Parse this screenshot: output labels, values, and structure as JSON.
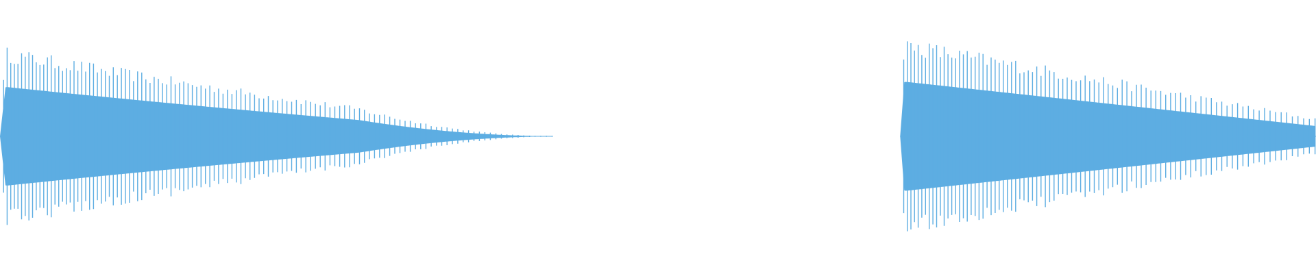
{
  "waveform": {
    "color": "#5dade2",
    "background": "#ffffff",
    "clips": [
      {
        "start_fraction": 0.0,
        "end_fraction": 0.42,
        "peak_amplitude": 0.78,
        "decay": "fades-to-zero",
        "tail_amplitude": 0.005
      },
      {
        "start_fraction": 0.684,
        "end_fraction": 1.0,
        "peak_amplitude": 0.86,
        "decay": "partial",
        "tail_amplitude": 0.04
      }
    ]
  }
}
